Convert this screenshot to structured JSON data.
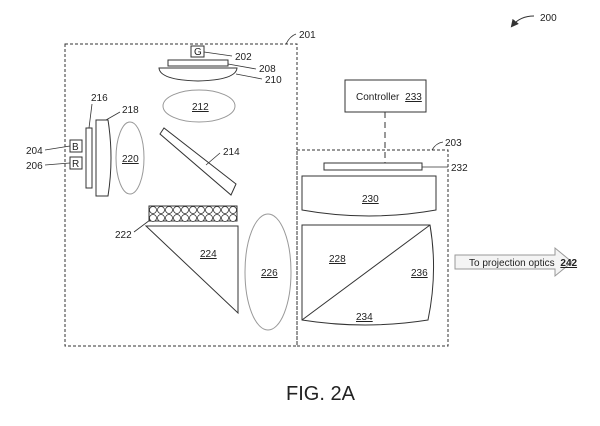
{
  "figure": {
    "caption": "FIG. 2A",
    "ref_main": "200",
    "ref_illumination": "201",
    "ref_imaging": "203"
  },
  "components": {
    "g_source": {
      "letter": "G",
      "ref": "202"
    },
    "b_source": {
      "letter": "B",
      "ref": "204"
    },
    "r_source": {
      "letter": "R",
      "ref": "206"
    },
    "plate_208": "208",
    "lens_210": "210",
    "ellipse_212": "212",
    "mirror_214": "214",
    "plate_216": "216",
    "lens_218": "218",
    "ellipse_220": "220",
    "array_222": "222",
    "prism_224": "224",
    "ellipse_226": "226",
    "prism_228": "228",
    "lens_230": "230",
    "plate_232": "232",
    "lens_234": "234",
    "prism_236": "236"
  },
  "controller": {
    "label": "Controller",
    "ref": "233"
  },
  "output": {
    "label": "To projection optics",
    "ref": "242"
  },
  "colors": {
    "stroke": "#333333",
    "ellipse": "#999999",
    "arrow_fill": "#f4f4f4"
  }
}
